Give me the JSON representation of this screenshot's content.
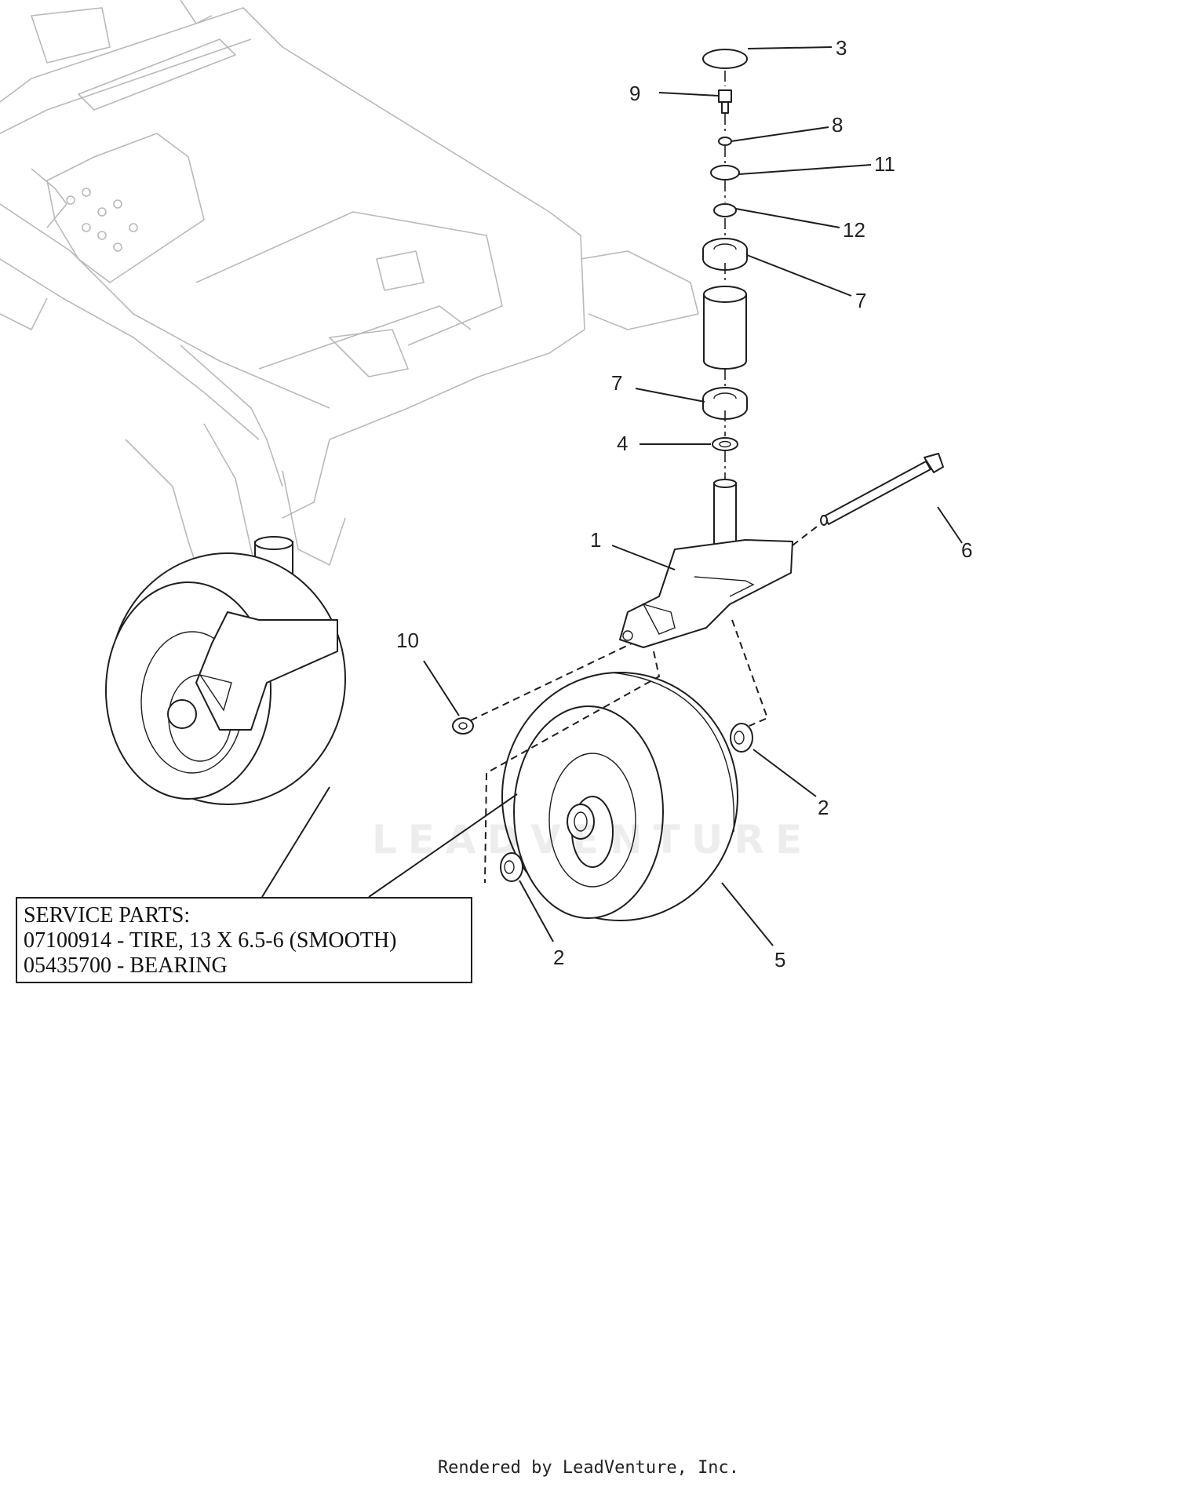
{
  "callouts": {
    "c1": "1",
    "c2a": "2",
    "c2b": "2",
    "c3": "3",
    "c4": "4",
    "c5": "5",
    "c6": "6",
    "c7a": "7",
    "c7b": "7",
    "c8": "8",
    "c9": "9",
    "c10": "10",
    "c11": "11",
    "c12": "12"
  },
  "service_parts": {
    "heading": "SERVICE PARTS:",
    "line1": "07100914 - TIRE, 13 X 6.5-6 (SMOOTH)",
    "line2": "05435700 - BEARING"
  },
  "watermark": {
    "text": "LEADVENTURE"
  },
  "footer": {
    "text": "Rendered by LeadVenture, Inc."
  }
}
